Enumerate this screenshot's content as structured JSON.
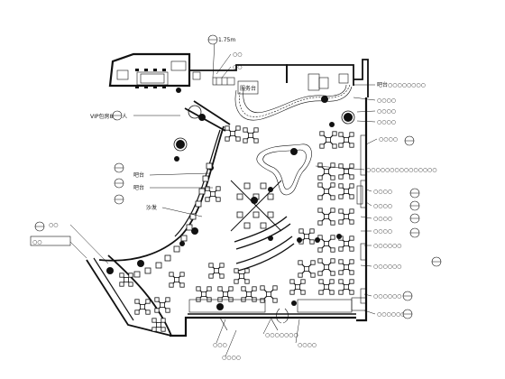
{
  "annotations": {
    "top_level": "1.75m",
    "top_a": "○○",
    "top_b": "○○",
    "vip_room": "VIP包房8-10人",
    "bar_1": "吧台",
    "bar_2": "吧台",
    "sofa": "沙发",
    "side_a": "○○",
    "side_b": "○○",
    "right_01": "吧台○○○○○○○○",
    "right_02": "○○○○",
    "right_03": "○○○○",
    "right_04": "○○○○",
    "right_05": "○○○○",
    "right_06": "○○○○○○○○○○○○○○○",
    "right_07": "○○○○",
    "right_08": "○○○○",
    "right_09": "○○○○",
    "right_10": "○○○○",
    "right_11": "○○○○○○",
    "right_12": "○○○○○○",
    "right_13": "○○○○○○",
    "right_14": "○○○○○○",
    "bottom_a": "○○○",
    "bottom_b": "○○○○○○○",
    "bottom_c": "○○○○",
    "bottom_d": "○○○○"
  }
}
